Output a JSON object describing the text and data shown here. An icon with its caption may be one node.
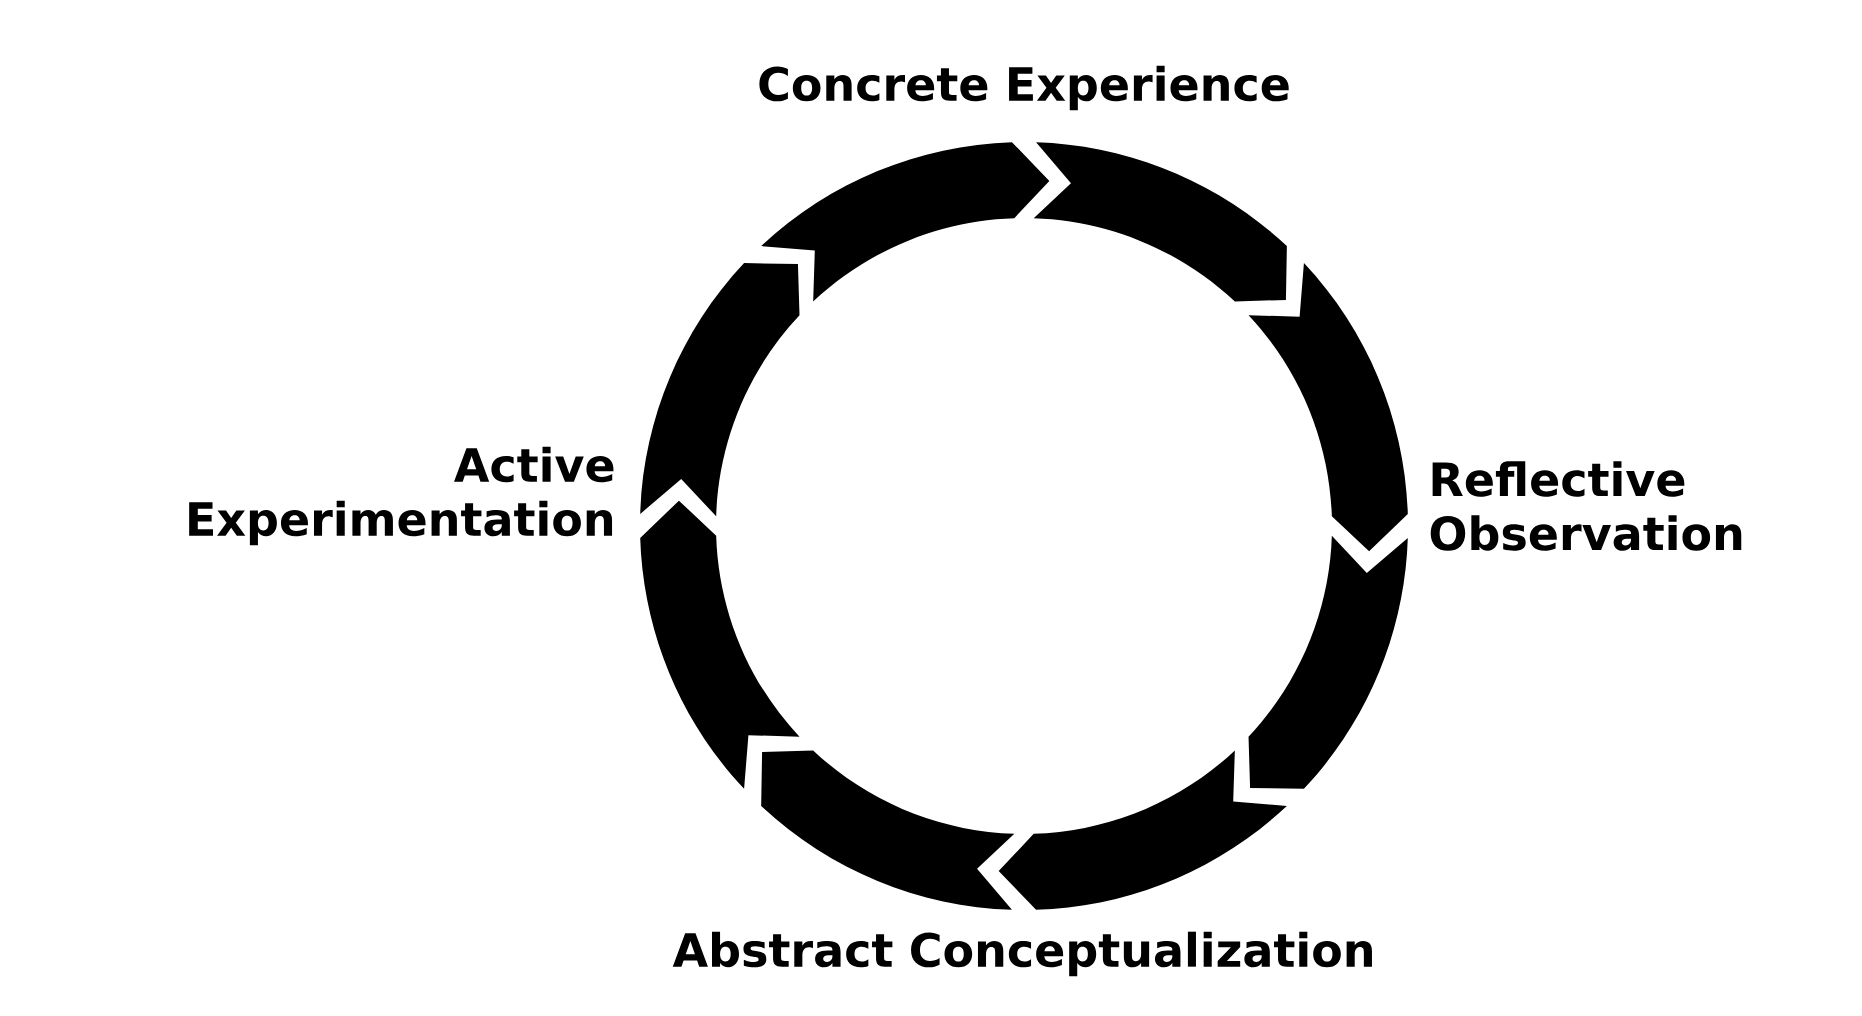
{
  "diagram": {
    "nodes": [
      {
        "text": [
          "Concrete Experience"
        ]
      },
      {
        "text": [
          "Active Experimentation"
        ]
      },
      {
        "text": [
          "Reflective Observation"
        ]
      },
      {
        "text": [
          "Abstract Conceptualization"
        ]
      }
    ]
  }
}
